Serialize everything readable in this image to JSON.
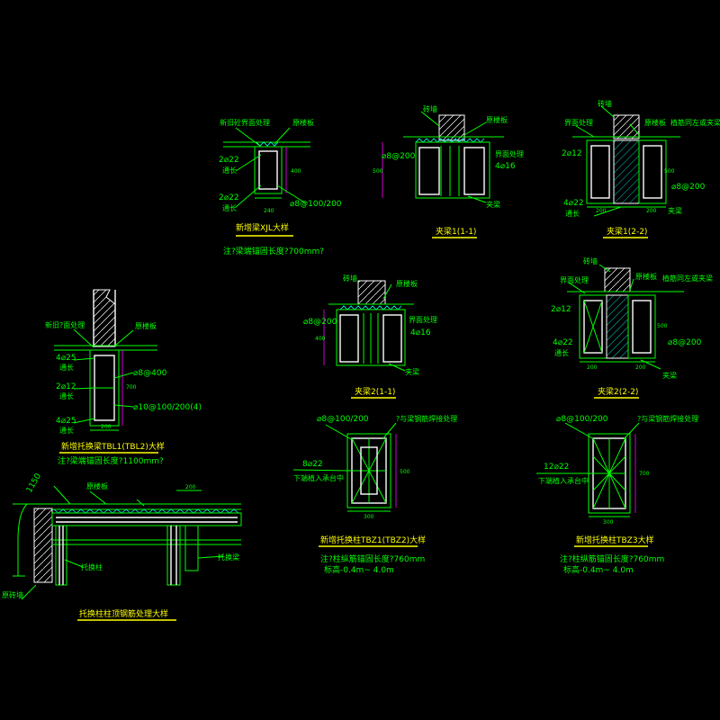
{
  "colors": {
    "background": "#000000",
    "line": "#00ff00",
    "bar": "#ffffff",
    "dim": "#ff00ff",
    "hatch": "#00ffff",
    "title": "#ffff00"
  },
  "d1": {
    "title": "新增梁XJL大样",
    "note": "注?梁端锚固长度?700mm?",
    "labels": [
      "新旧砼界面处理",
      "原楼板",
      "2⌀22",
      "通长",
      "2⌀22",
      "通长",
      "⌀8@100/200"
    ],
    "dims": [
      "240",
      "400"
    ]
  },
  "d2": {
    "title": "夹梁1(1-1)",
    "labels": [
      "砖墙",
      "原楼板",
      "⌀8@200",
      "界面处理",
      "4⌀16",
      "夹梁"
    ],
    "dims": [
      "500"
    ]
  },
  "d3": {
    "title": "夹梁1(2-2)",
    "labels": [
      "砖墙",
      "界面处理",
      "原楼板",
      "植筋同左或夹梁",
      "2⌀12",
      "4⌀22",
      "通长",
      "⌀8@200",
      "夹梁"
    ],
    "dims": [
      "200",
      "200",
      "500"
    ]
  },
  "d4": {
    "title": "新增托换梁TBL1(TBL2)大样",
    "note": "注?梁端锚固长度?1100mm?",
    "labels": [
      "新旧?面处理",
      "原楼板",
      "4⌀25",
      "通长",
      "⌀8@400",
      "2⌀12",
      "通长",
      "⌀10@100/200(4)",
      "4⌀25",
      "通长"
    ],
    "dims": [
      "700",
      "200"
    ]
  },
  "d5": {
    "title": "夹梁2(1-1)",
    "labels": [
      "砖墙",
      "原楼板",
      "⌀8@200",
      "界面处理",
      "4⌀16",
      "夹梁"
    ],
    "dims": [
      "400"
    ]
  },
  "d6": {
    "title": "夹梁2(2-2)",
    "labels": [
      "砖墙",
      "界面处理",
      "原楼板",
      "植筋同左或夹梁",
      "2⌀12",
      "4⌀22",
      "通长",
      "⌀8@200",
      "夹梁"
    ],
    "dims": [
      "200",
      "200",
      "500"
    ]
  },
  "d7": {
    "title": "新增托换柱TBZ1(TBZ2)大样",
    "note": "注?柱纵筋锚固长度?760mm",
    "note2": "标高-0.4m~ 4.0m",
    "labels": [
      "⌀8@100/200",
      "?与梁钢筋焊接处理",
      "8⌀22",
      "下端植入承台中"
    ],
    "dims": [
      "300",
      "500"
    ]
  },
  "d8": {
    "title": "新增托换柱TBZ3大样",
    "note": "注?柱纵筋锚固长度?760mm",
    "note2": "标高-0.4m~ 4.0m",
    "labels": [
      "⌀8@100/200",
      "?与梁钢筋焊接处理",
      "12⌀22",
      "下端植入承台中"
    ],
    "dims": [
      "300",
      "700"
    ]
  },
  "d9": {
    "title": "托换柱柱顶钢筋处理大样",
    "labels": [
      "1150",
      "原楼板",
      "200",
      "托换柱",
      "托换梁",
      "原砖墙"
    ]
  }
}
